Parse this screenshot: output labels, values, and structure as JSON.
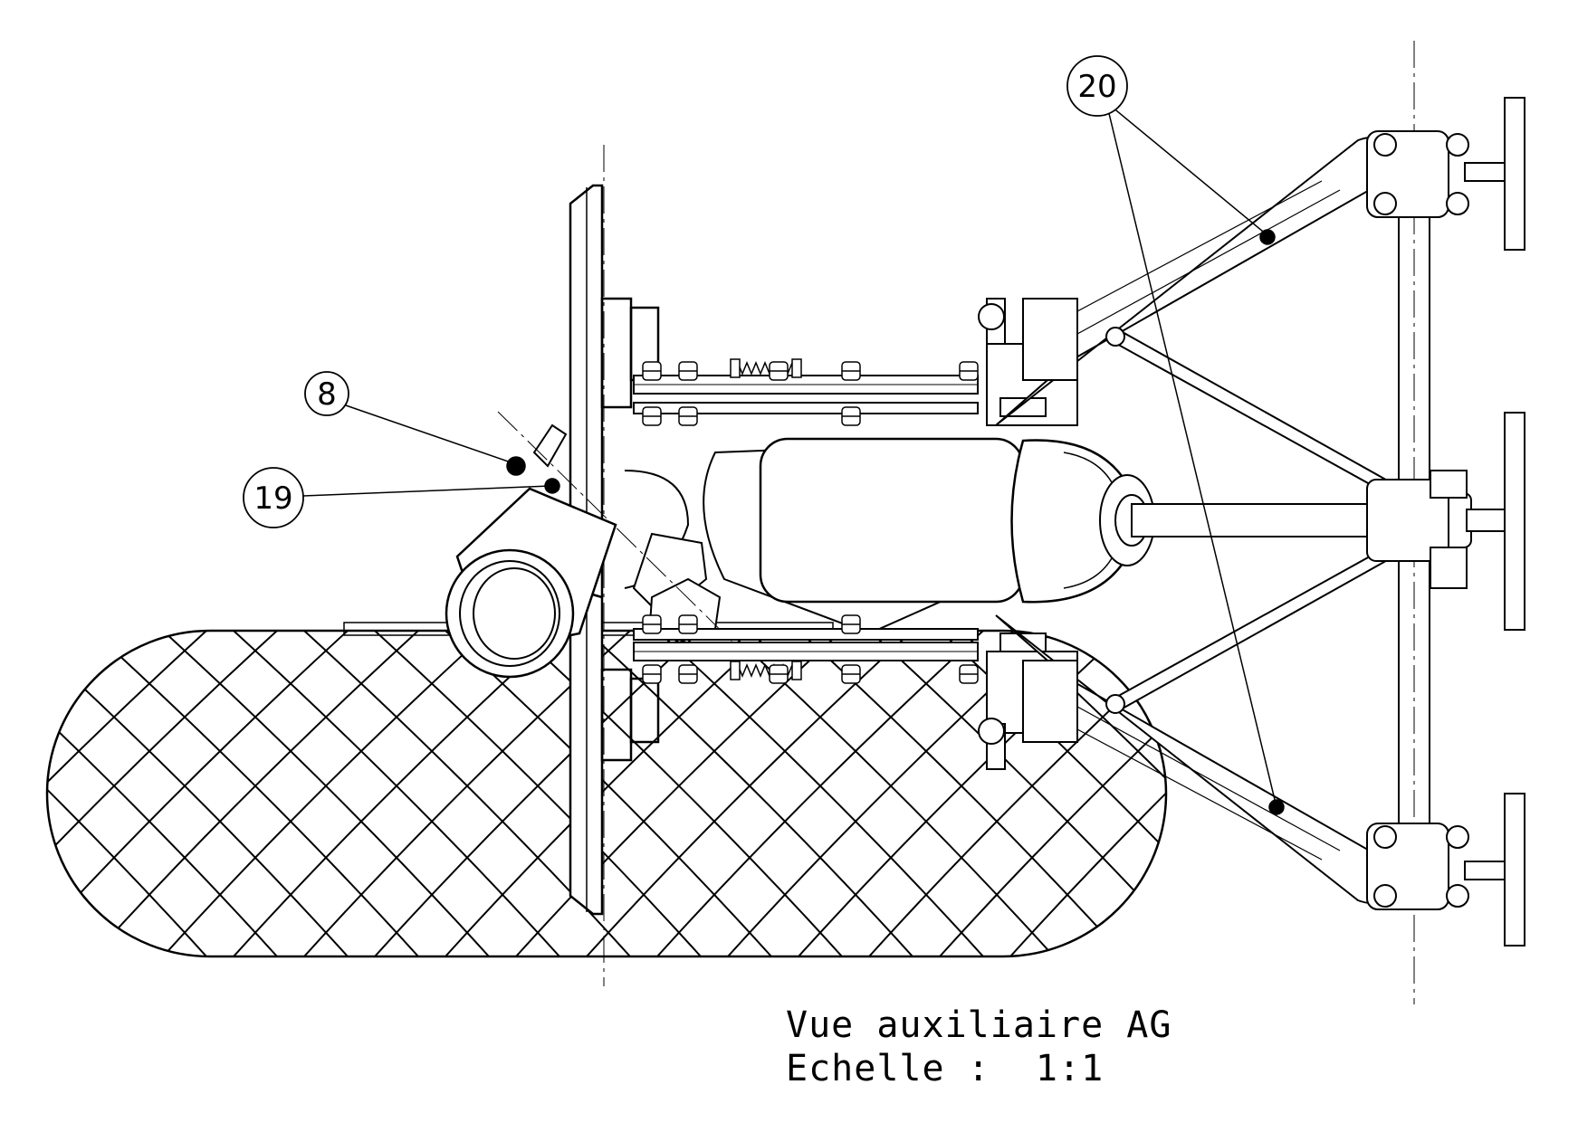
{
  "balloons": [
    {
      "id": "20",
      "label": "20"
    },
    {
      "id": "8",
      "label": "8"
    },
    {
      "id": "19",
      "label": "19"
    }
  ],
  "caption": {
    "view": "Vue auxiliaire AG",
    "scale": "Echelle :  1:1"
  },
  "colors": {
    "line": "#000000",
    "background": "#ffffff"
  }
}
